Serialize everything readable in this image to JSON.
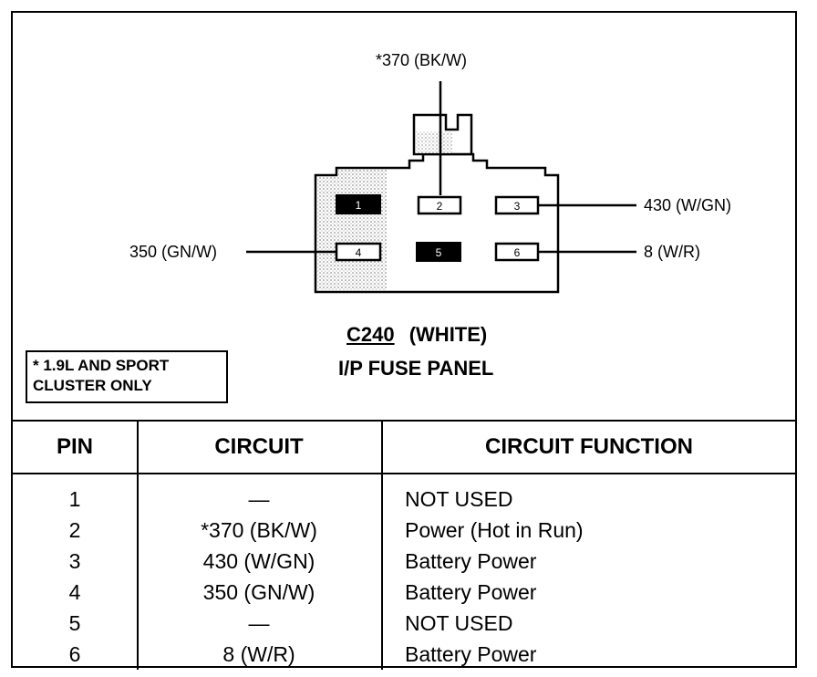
{
  "connector": {
    "top_wire_label": "*370 (BK/W)",
    "right_wire_label_1": "430 (W/GN)",
    "right_wire_label_2": "8 (W/R)",
    "left_wire_label": "350 (GN/W)",
    "pins": [
      "1",
      "2",
      "3",
      "4",
      "5",
      "6"
    ],
    "title_code": "C240",
    "title_color": "(WHITE)",
    "subtitle": "I/P FUSE PANEL"
  },
  "note": {
    "line1": "* 1.9L AND SPORT",
    "line2": "CLUSTER ONLY"
  },
  "table": {
    "headers": [
      "PIN",
      "CIRCUIT",
      "CIRCUIT FUNCTION"
    ],
    "rows": [
      {
        "pin": "1",
        "circuit": "—",
        "function": "NOT USED"
      },
      {
        "pin": "2",
        "circuit": "*370 (BK/W)",
        "function": "Power (Hot in Run)"
      },
      {
        "pin": "3",
        "circuit": "430 (W/GN)",
        "function": "Battery Power"
      },
      {
        "pin": "4",
        "circuit": "350 (GN/W)",
        "function": "Battery Power"
      },
      {
        "pin": "5",
        "circuit": "—",
        "function": "NOT USED"
      },
      {
        "pin": "6",
        "circuit": "8 (W/R)",
        "function": "Battery Power"
      }
    ]
  }
}
